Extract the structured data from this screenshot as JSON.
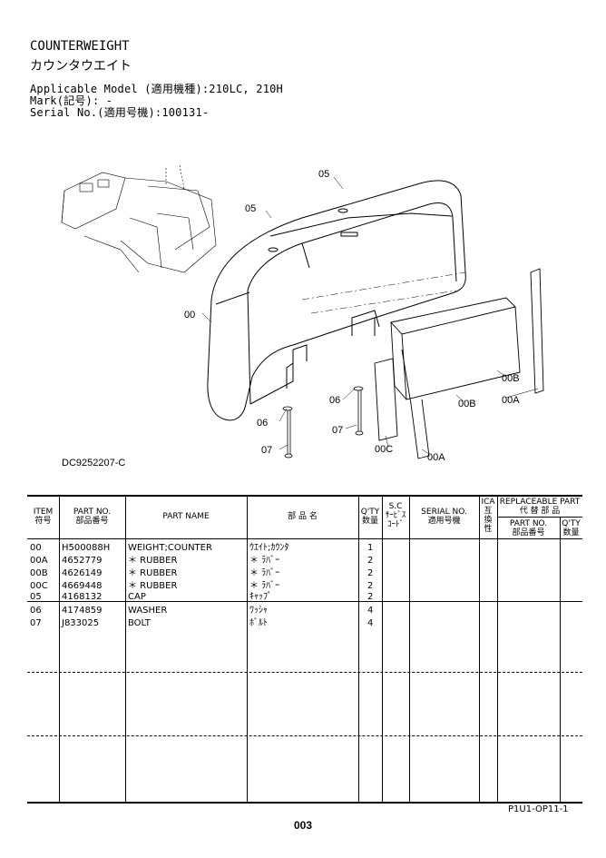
{
  "header": {
    "title_en": "COUNTERWEIGHT",
    "title_jp": "カウンタウエイト",
    "applicable_model": "Applicable Model (適用機種):210LC, 210H",
    "mark": "Mark(記号): -",
    "serial": "Serial No.(適用号機):100131-"
  },
  "drawing": {
    "code": "DC9252207-C",
    "callouts": [
      "05",
      "05",
      "00",
      "06",
      "07",
      "06",
      "07",
      "00B",
      "00B",
      "00A",
      "00C",
      "00A"
    ]
  },
  "table": {
    "headers": {
      "item": "ITEM",
      "item_jp": "符号",
      "part_no": "PART NO.",
      "part_no_jp": "部品番号",
      "part_name": "PART NAME",
      "name_jp": "部 品 名",
      "qty": "Q'TY",
      "qty_jp": "数量",
      "sc_1": "S.C",
      "sc_2": "ｻｰﾋﾞｽ",
      "sc_3": "ｺｰﾄﾞ",
      "serial": "SERIAL NO.",
      "serial_jp": "適用号機",
      "ica_1": "ICA",
      "ica_2": "互",
      "ica_3": "換",
      "ica_4": "性",
      "replaceable": "REPLACEABLE PART",
      "replaceable_jp": "代 替 部 品",
      "rep_part_no": "PART NO.",
      "rep_part_no_jp": "部品番号",
      "rep_qty": "Q'TY",
      "rep_qty_jp": "数量"
    },
    "rows": [
      {
        "item": "00",
        "part_no": "H500088H",
        "name": "WEIGHT;COUNTER",
        "name_jp": "ｳｴｲﾄ;ｶｳﾝﾀ",
        "qty": "1"
      },
      {
        "item": "00A",
        "part_no": "4652779",
        "name": "＊ RUBBER",
        "name_jp": "＊ ﾗﾊﾞｰ",
        "qty": "2"
      },
      {
        "item": "00B",
        "part_no": "4626149",
        "name": "＊ RUBBER",
        "name_jp": "＊ ﾗﾊﾞｰ",
        "qty": "2"
      },
      {
        "item": "00C",
        "part_no": "4669448",
        "name": "＊ RUBBER",
        "name_jp": "＊ ﾗﾊﾞｰ",
        "qty": "2"
      },
      {
        "item": "05",
        "part_no": "4168132",
        "name": "CAP",
        "name_jp": "ｷｬｯﾌﾟ",
        "qty": "2"
      },
      {
        "item": "06",
        "part_no": "4174859",
        "name": "WASHER",
        "name_jp": "ﾜｯｼｬ",
        "qty": "4"
      },
      {
        "item": "07",
        "part_no": "J833025",
        "name": "BOLT",
        "name_jp": "ﾎﾞﾙﾄ",
        "qty": "4"
      }
    ]
  },
  "footer": {
    "code": "P1U1-OP11-1",
    "page": "003"
  }
}
